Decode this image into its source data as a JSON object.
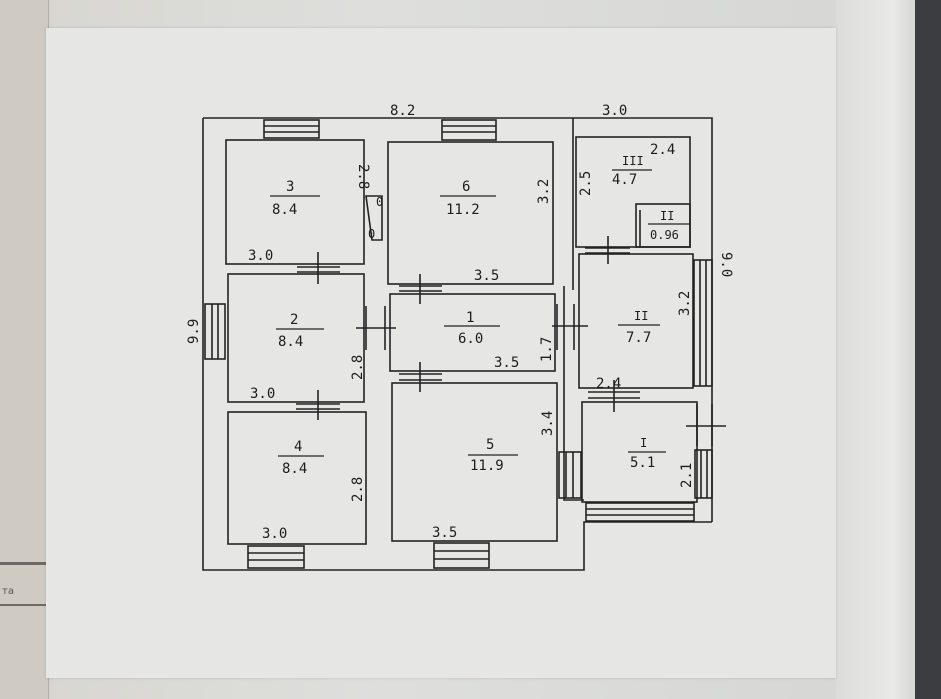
{
  "overall": {
    "top_width_main": "8.2",
    "top_width_annex": "3.0",
    "left_height": "9.9",
    "right_height": "9.0"
  },
  "rooms": [
    {
      "id": "3",
      "area": "8.4",
      "w": "3.0",
      "h": "2.8"
    },
    {
      "id": "6",
      "area": "11.2",
      "w": "3.5",
      "h": "3.2"
    },
    {
      "id": "2",
      "area": "8.4",
      "w": "3.0",
      "h": "2.8"
    },
    {
      "id": "1",
      "area": "6.0",
      "w": "3.5",
      "h": "1.7"
    },
    {
      "id": "4",
      "area": "8.4",
      "w": "3.0",
      "h": "2.8"
    },
    {
      "id": "5",
      "area": "11.9",
      "w": "3.5",
      "h": "3.4"
    },
    {
      "id": "III",
      "area": "4.7",
      "w": "2.4",
      "h": "2.5"
    },
    {
      "id": "II",
      "area": "0.96"
    },
    {
      "id": "II",
      "area": "7.7",
      "w": "2.4",
      "h": "3.2"
    },
    {
      "id": "I",
      "area": "5.1",
      "h": "2.1"
    }
  ],
  "door_marks": [
    "0",
    "0"
  ],
  "footer_label": "та"
}
